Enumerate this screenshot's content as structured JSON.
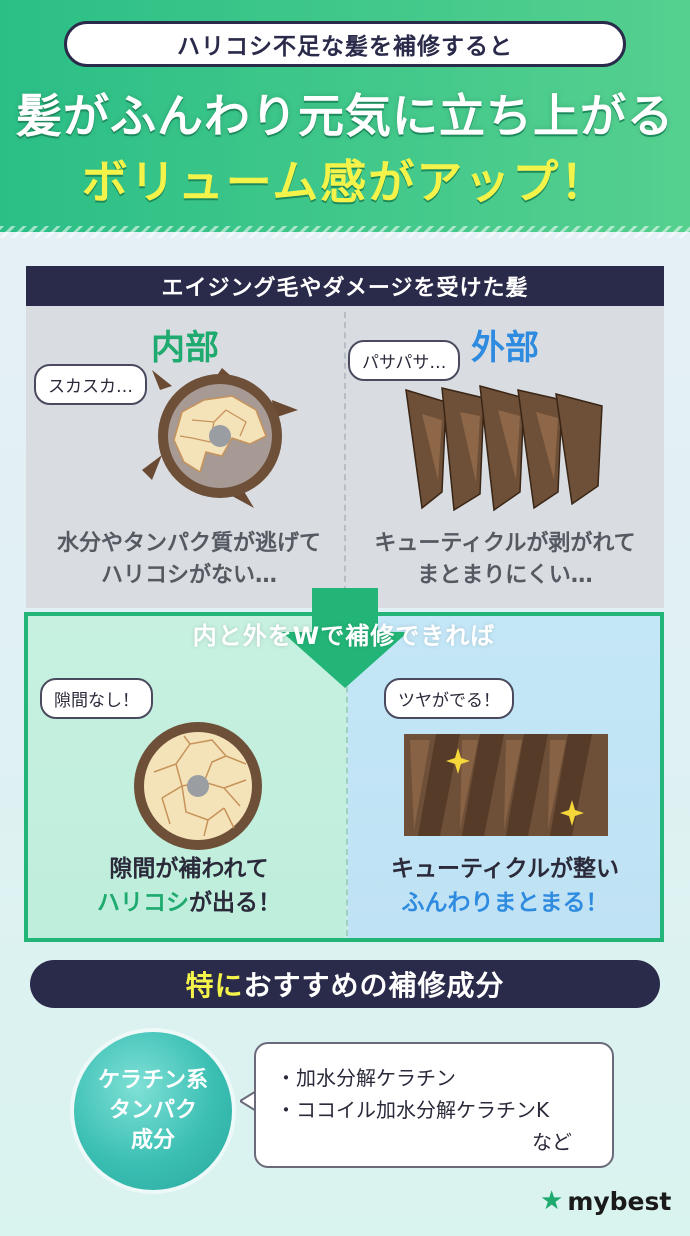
{
  "header": {
    "pill": "ハリコシ不足な髪を補修すると",
    "headline": "髪がふんわり元気に立ち上がる",
    "subheadline": "ボリューム感がアップ！"
  },
  "damaged": {
    "bar_title": "エイジング毛やダメージを受けた髪",
    "inner": {
      "title": "内部",
      "bubble": "スカスカ…",
      "caption_line1": "水分やタンパク質が逃げて",
      "caption_line2": "ハリコシがない…"
    },
    "outer": {
      "title": "外部",
      "bubble": "パサパサ…",
      "caption_line1": "キューティクルが剥がれて",
      "caption_line2": "まとまりにくい…"
    }
  },
  "repaired": {
    "title": "内と外をWで補修できれば",
    "inner": {
      "bubble": "隙間なし！",
      "caption_line1": "隙間が補われて",
      "caption_em": "ハリコシ",
      "caption_rest": "が出る！"
    },
    "outer": {
      "bubble": "ツヤがでる！",
      "caption_line1": "キューティクルが整い",
      "caption_em": "ふんわりまとまる！"
    }
  },
  "recommended": {
    "bar_hl": "特に",
    "bar_rest": "おすすめの補修成分",
    "circle_line1": "ケラチン系",
    "circle_line2": "タンパク",
    "circle_line3": "成分",
    "items": [
      "・加水分解ケラチン",
      "・ココイル加水分解ケラチンK"
    ],
    "nado": "など"
  },
  "logo": "mybest",
  "colors": {
    "green": "#1faa6f",
    "blue": "#2f8be0",
    "navy": "#2a2a4a",
    "yellow": "#f4f34a"
  }
}
